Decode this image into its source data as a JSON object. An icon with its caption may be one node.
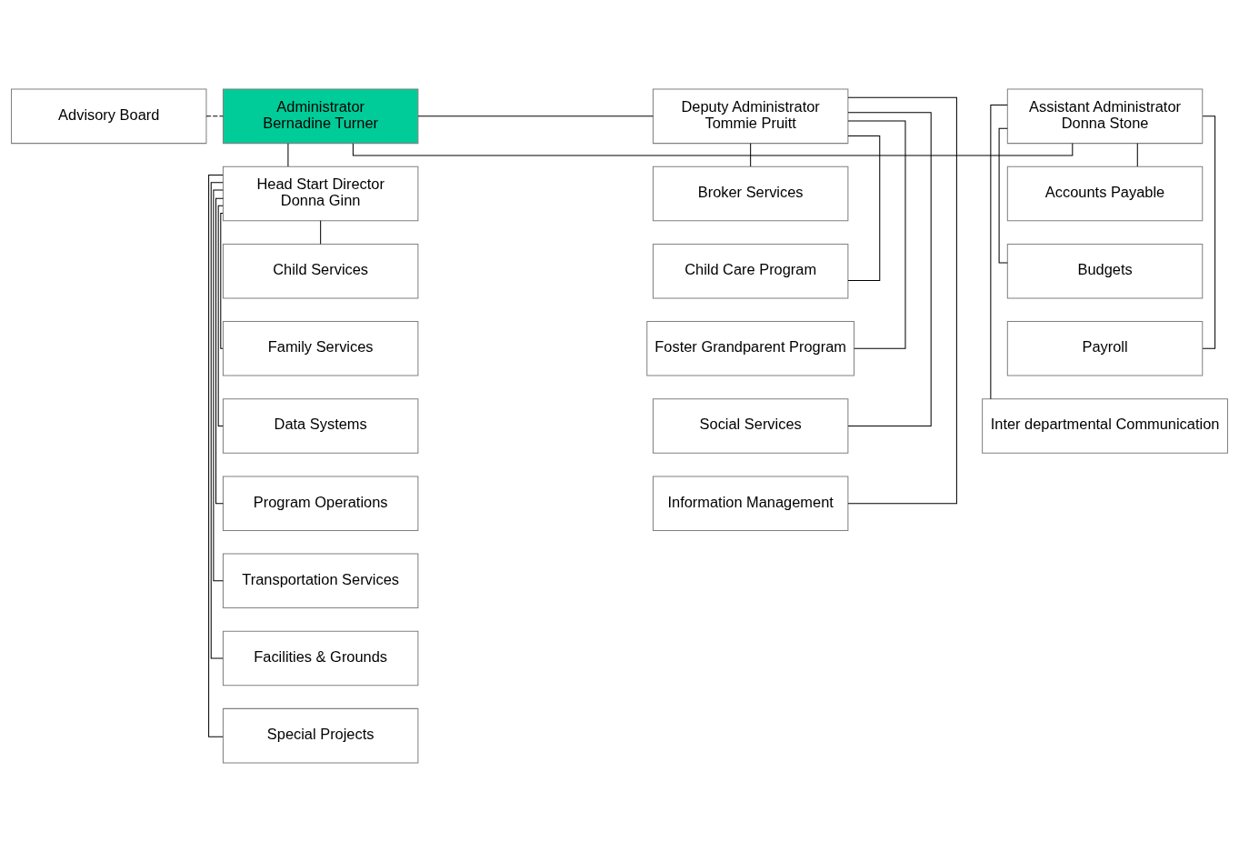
{
  "diagram": {
    "nodes": [
      {
        "text": [
          "Advisory Board"
        ]
      },
      {
        "text": [
          "Administrator",
          "Bernadine Turner"
        ]
      },
      {
        "text": [
          "Head Start Director",
          "Donna Ginn"
        ]
      },
      {
        "text": [
          "Deputy Administrator",
          "Tommie Pruitt"
        ]
      },
      {
        "text": [
          "Assistant Administrator",
          "Donna Stone"
        ]
      },
      {
        "text": [
          "Child Services"
        ]
      },
      {
        "text": [
          "Family Services"
        ]
      },
      {
        "text": [
          "Data Systems"
        ]
      },
      {
        "text": [
          "Program Operations"
        ]
      },
      {
        "text": [
          "Transportation Services"
        ]
      },
      {
        "text": [
          "Facilities & Grounds"
        ]
      },
      {
        "text": [
          "Special Projects"
        ]
      },
      {
        "text": [
          "Broker Services"
        ]
      },
      {
        "text": [
          "Child Care Program"
        ]
      },
      {
        "text": [
          "Foster Grandparent Program"
        ]
      },
      {
        "text": [
          "Social Services"
        ]
      },
      {
        "text": [
          "Information Management"
        ]
      },
      {
        "text": [
          "Accounts Payable"
        ]
      },
      {
        "text": [
          "Budgets"
        ]
      },
      {
        "text": [
          "Payroll"
        ]
      },
      {
        "text": [
          "Inter departmental Communication"
        ]
      }
    ],
    "edges": [
      {
        "from": 0,
        "to": 1,
        "arrow": "none",
        "style": "dashed"
      },
      {
        "from": 1,
        "to": 2,
        "arrow": "none"
      },
      {
        "from": 1,
        "to": 3,
        "arrow": "none"
      },
      {
        "from": 1,
        "to": 4,
        "arrow": "none"
      },
      {
        "from": 2,
        "to": 5,
        "arrow": "none"
      },
      {
        "from": 2,
        "to": 6,
        "arrow": "none"
      },
      {
        "from": 2,
        "to": 7,
        "arrow": "none"
      },
      {
        "from": 2,
        "to": 8,
        "arrow": "none"
      },
      {
        "from": 2,
        "to": 9,
        "arrow": "none"
      },
      {
        "from": 2,
        "to": 10,
        "arrow": "none"
      },
      {
        "from": 2,
        "to": 11,
        "arrow": "none"
      },
      {
        "from": 3,
        "to": 12,
        "arrow": "none"
      },
      {
        "from": 3,
        "to": 13,
        "arrow": "none"
      },
      {
        "from": 3,
        "to": 14,
        "arrow": "none"
      },
      {
        "from": 3,
        "to": 15,
        "arrow": "none"
      },
      {
        "from": 3,
        "to": 16,
        "arrow": "none"
      },
      {
        "from": 4,
        "to": 17,
        "arrow": "none"
      },
      {
        "from": 4,
        "to": 18,
        "arrow": "none"
      },
      {
        "from": 4,
        "to": 19,
        "arrow": "none"
      },
      {
        "from": 4,
        "to": 20,
        "arrow": "none"
      }
    ]
  }
}
